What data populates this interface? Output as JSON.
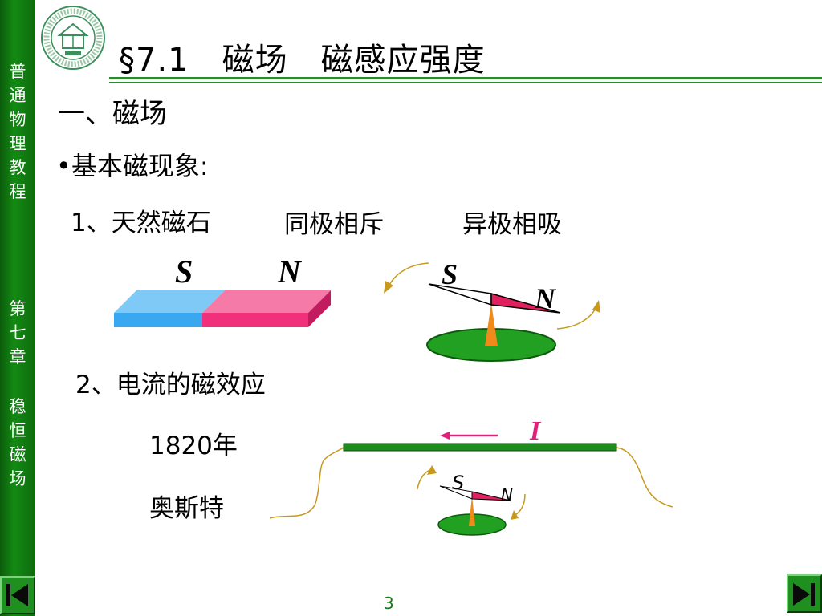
{
  "sidebar": {
    "course_chars": [
      "普",
      "通",
      "物",
      "理",
      "教",
      "程"
    ],
    "chapter_chars": [
      "第",
      "七",
      "章"
    ],
    "topic_chars": [
      "稳",
      "恒",
      "磁",
      "场"
    ]
  },
  "slide": {
    "title": "§7.1　磁场　磁感应强度",
    "section_heading": "一、磁场",
    "bullet": "•基本磁现象:",
    "item1": "1、天然磁石",
    "like_poles": "同极相斥",
    "unlike_poles": "异极相吸",
    "item2": "2、电流的磁效应",
    "year": "1820年",
    "scientist": "奥斯特",
    "page_number": "3"
  },
  "diagram": {
    "bar_magnet": {
      "left_pole": "S",
      "right_pole": "N",
      "s_color": "#3aa8f0",
      "n_color": "#f0307a"
    },
    "compass_large": {
      "s_label": "S",
      "n_label": "N"
    },
    "compass_small": {
      "s_label": "S",
      "n_label": "N"
    },
    "current_label": "I",
    "wire_color": "#1e8c1e",
    "current_color": "#e0207a"
  },
  "colors": {
    "sidebar": "#0e7a0e",
    "accent_green": "#2b8a2b",
    "text_green": "#0a5a0a"
  }
}
